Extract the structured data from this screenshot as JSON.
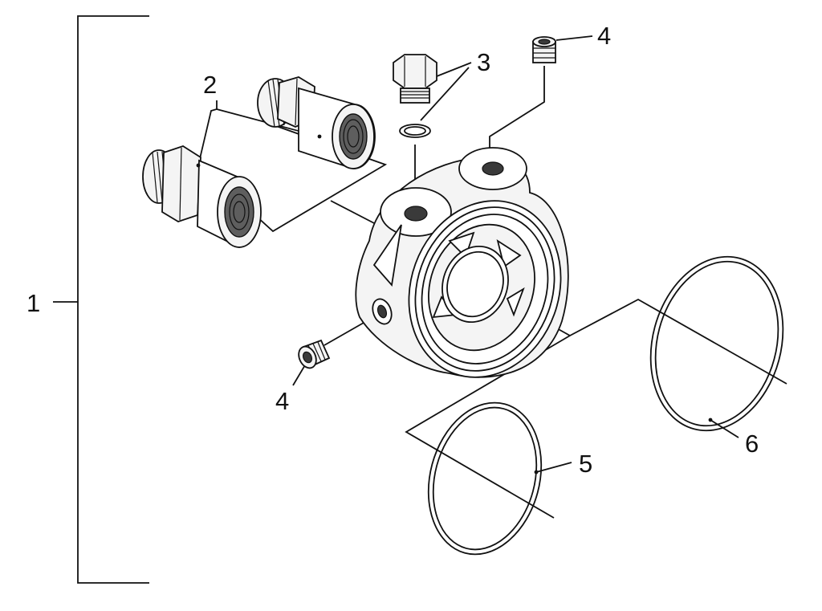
{
  "callouts": {
    "assembly": "1",
    "fittings": "2",
    "drain_plug": "3",
    "set_screw_top": "4",
    "set_screw_side": "4",
    "seal_small": "5",
    "seal_large": "6"
  }
}
